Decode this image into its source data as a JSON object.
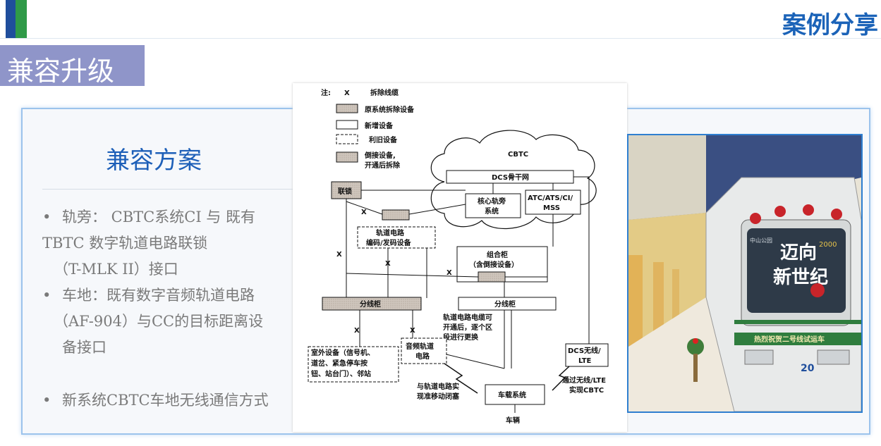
{
  "header": {
    "title": "案例分享"
  },
  "section": {
    "title": "兼容升级"
  },
  "card": {
    "title": "兼容方案",
    "bullets": [
      {
        "lines": [
          "轨旁： CBTC系统CI 与 既有",
          "TBTC 数字轨道电路联锁",
          "（T-MLK II）接口"
        ]
      },
      {
        "lines": [
          "车地：既有数字音频轨道电路",
          "（AF-904）与CC的目标距离设",
          "备接口"
        ]
      },
      {
        "lines": [
          "新系统CBTC车地无线通信方式"
        ]
      }
    ]
  },
  "diagram": {
    "legend": {
      "note": "注:",
      "x_mark": "X",
      "x_desc": "拆除线缆",
      "removed": "原系统拆除设备",
      "new": "新增设备",
      "reused": "利旧设备",
      "transition_1": "倒接设备,",
      "transition_2": "开通后拆除"
    },
    "cloud": "CBTC",
    "dcs_backbone": "DCS骨干网",
    "core_1": "核心轨旁",
    "core_2": "系统",
    "atc": "ATC/ATS/CI/",
    "mss": "MSS",
    "interlock": "联锁",
    "coder_1": "轨道电路",
    "coder_2": "编码/发码设备",
    "combo_1": "组合柜",
    "combo_2": "（含倒接设备）",
    "switch_left": "分线柜",
    "switch_right": "分线柜",
    "note_a": "轨道电路电缆可",
    "note_b": "开通后，逐个区",
    "note_c": "段进行更换",
    "outdoor_1": "室外设备（信号机、",
    "outdoor_2": "道岔、紧急停车按",
    "outdoor_3": "钮、站台门）、邻站",
    "audio_1": "音频轨道",
    "audio_2": "电路",
    "dcs_wireless_1": "DCS无线/",
    "dcs_wireless_2": "LTE",
    "moving_1": "与轨道电路实",
    "moving_2": "现准移动闭塞",
    "lte_1": "通过无线/LTE",
    "lte_2": "实现CBTC",
    "onboard": "车载系统",
    "vehicle": "车辆",
    "cut_mark": "X"
  },
  "photo": {
    "destination_1": "迈向",
    "destination_2": "新世纪",
    "banner": "热烈祝贺二号线试运车",
    "car_number": "20",
    "display_number": "2000",
    "station_logo": "中山公园"
  },
  "colors": {
    "accent": "#1b63b8",
    "tab": "#8f95c9",
    "logo_green": "#2f9a48",
    "logo_blue": "#1f4e9c"
  }
}
